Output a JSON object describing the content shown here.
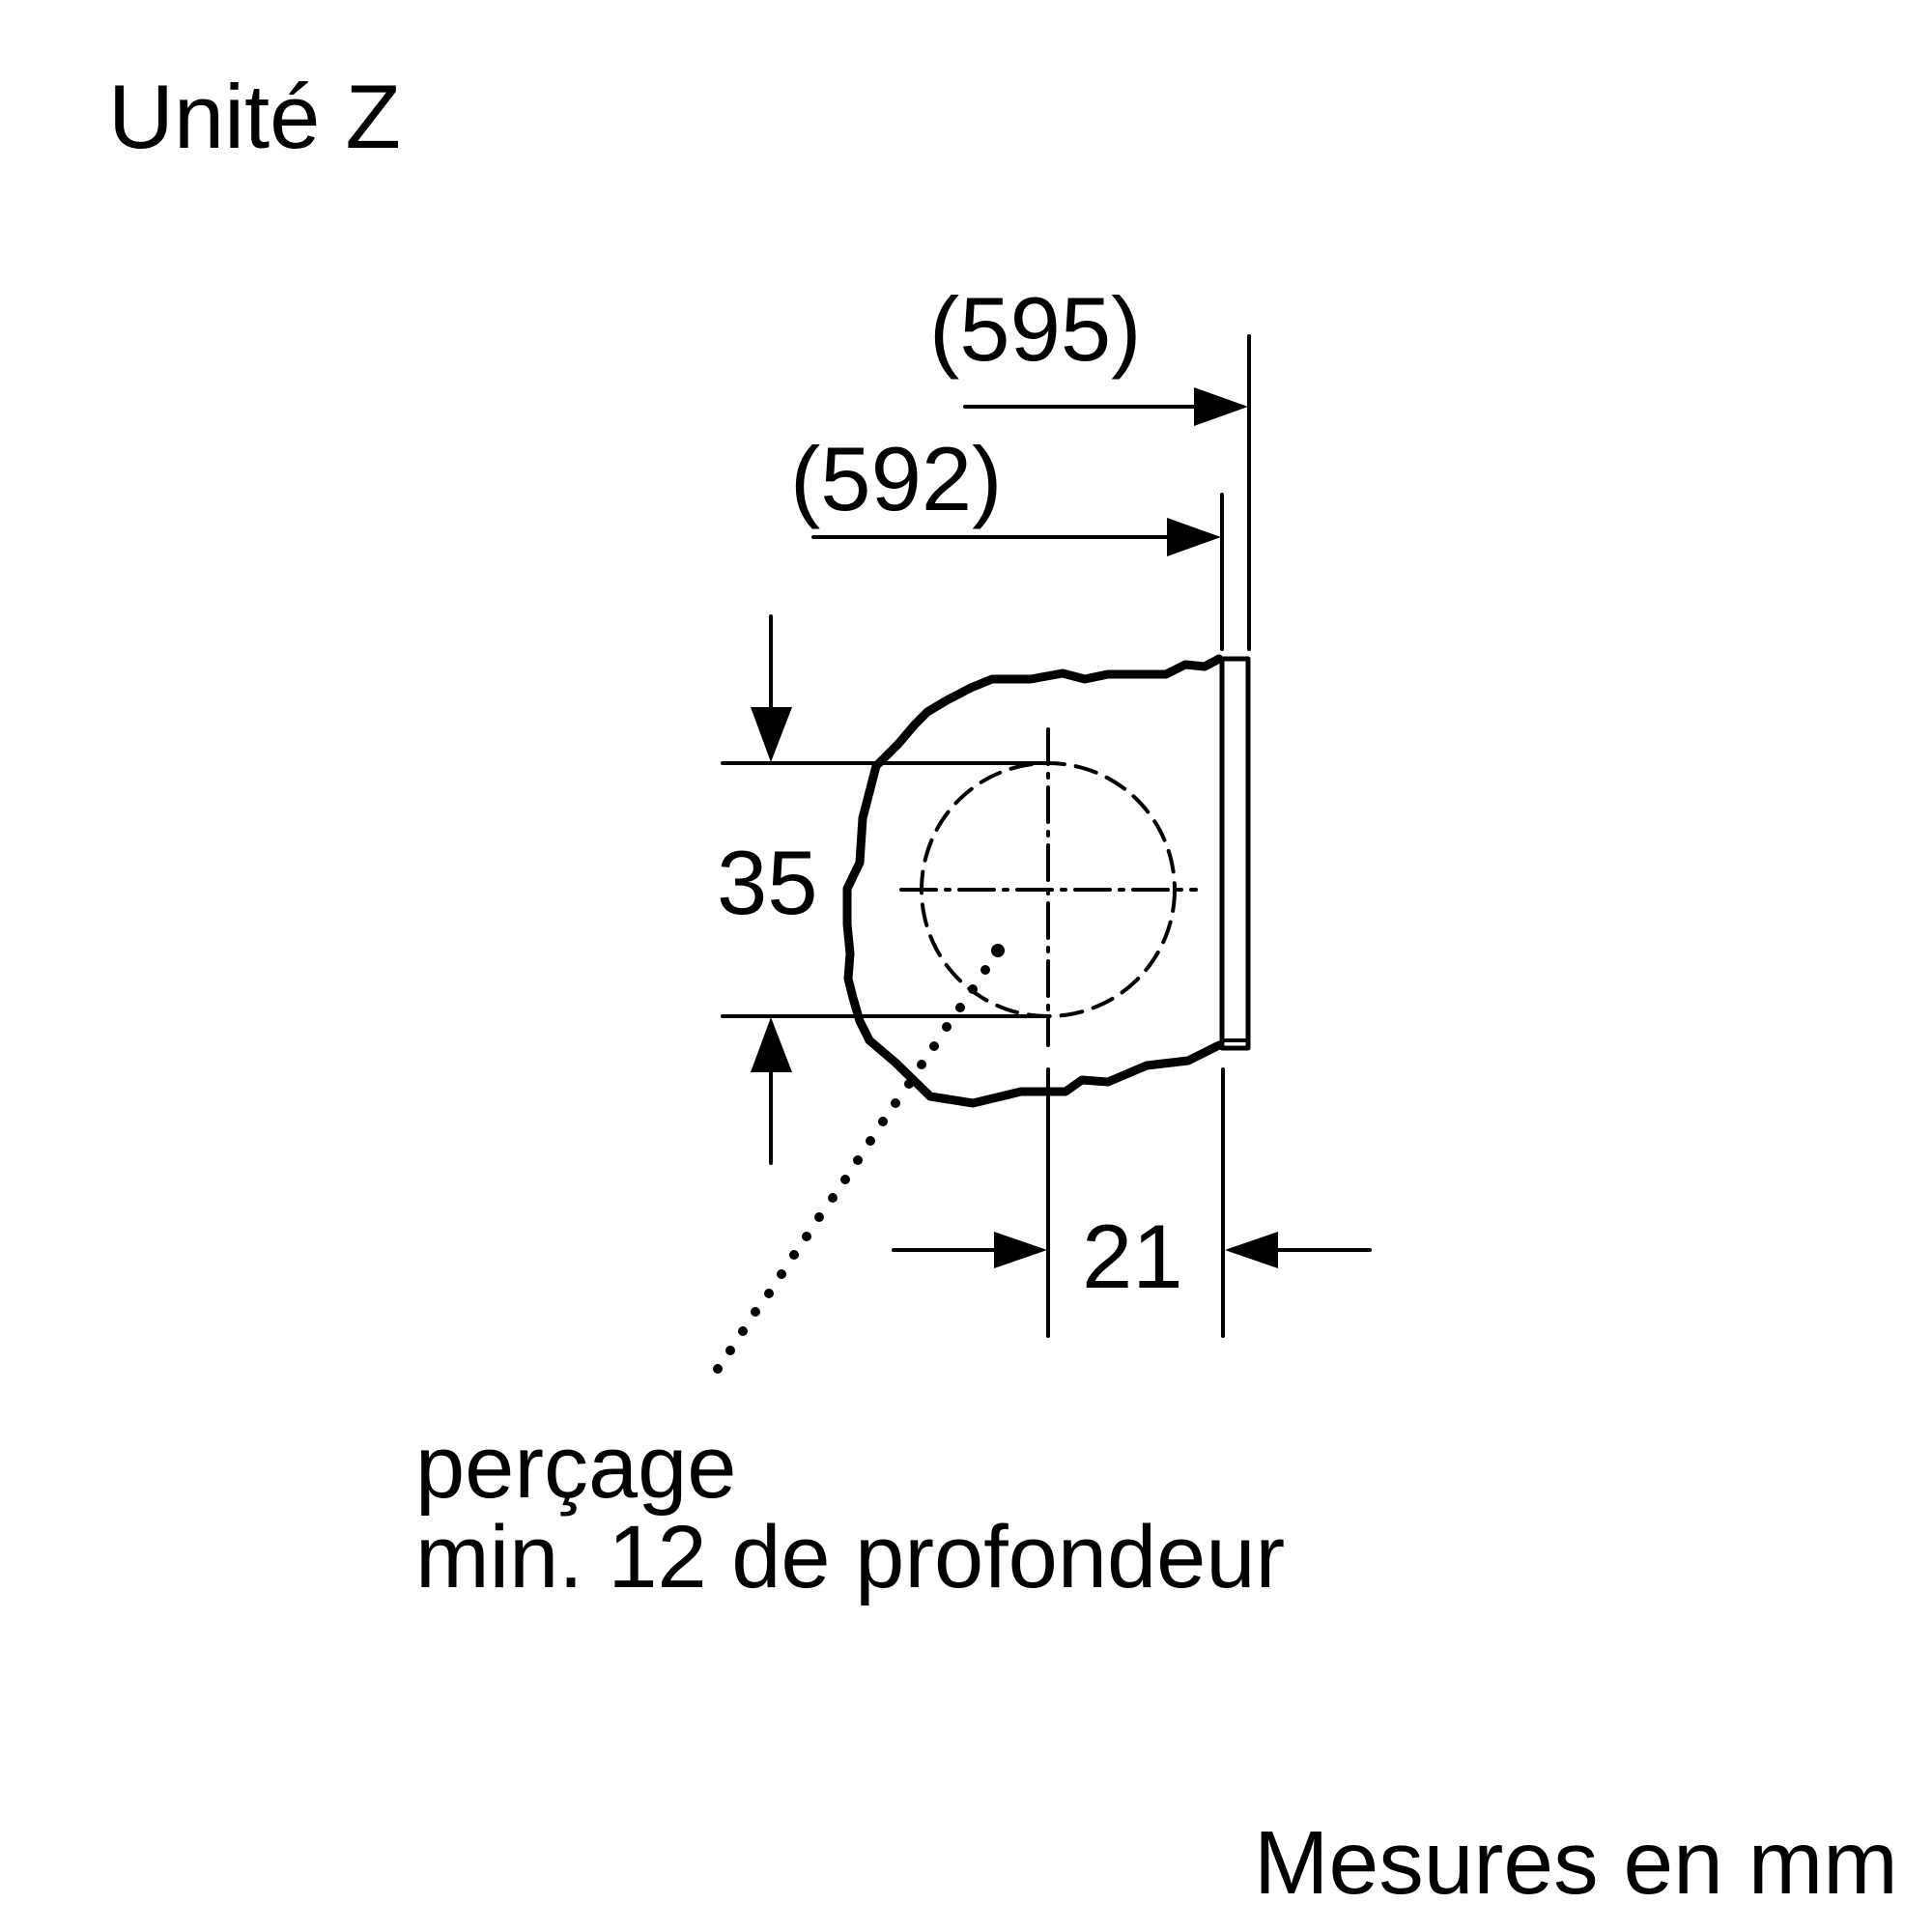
{
  "title": "Unité Z",
  "units_note": "Mesures en mm",
  "dimensions": {
    "overall_width_outer": "(595)",
    "overall_width_inner": "(592)",
    "hole_diameter": "35",
    "hole_offset_from_edge": "21"
  },
  "annotation": {
    "line1": "perçage",
    "line2": "min. 12 de profondeur"
  },
  "colors": {
    "ink": "#000000",
    "background": "#ffffff"
  }
}
